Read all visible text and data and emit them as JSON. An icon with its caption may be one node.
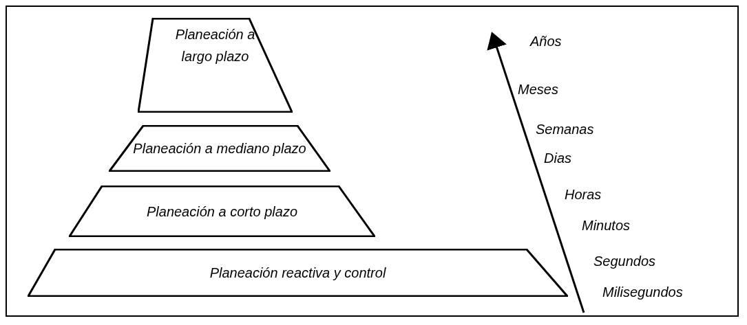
{
  "diagram": {
    "nodes": [
      {
        "text": [
          "Planeación a largo plazo"
        ]
      },
      {
        "text": [
          "Planeación a mediano plazo"
        ]
      },
      {
        "text": [
          "Planeación a corto plazo"
        ]
      },
      {
        "text": [
          "Planeación reactiva y control"
        ]
      }
    ],
    "edges": [],
    "labels": [
      "Años",
      "Meses",
      "Semanas",
      "Dias",
      "Horas",
      "Minutos",
      "Segundos",
      "Milisegundos"
    ]
  }
}
